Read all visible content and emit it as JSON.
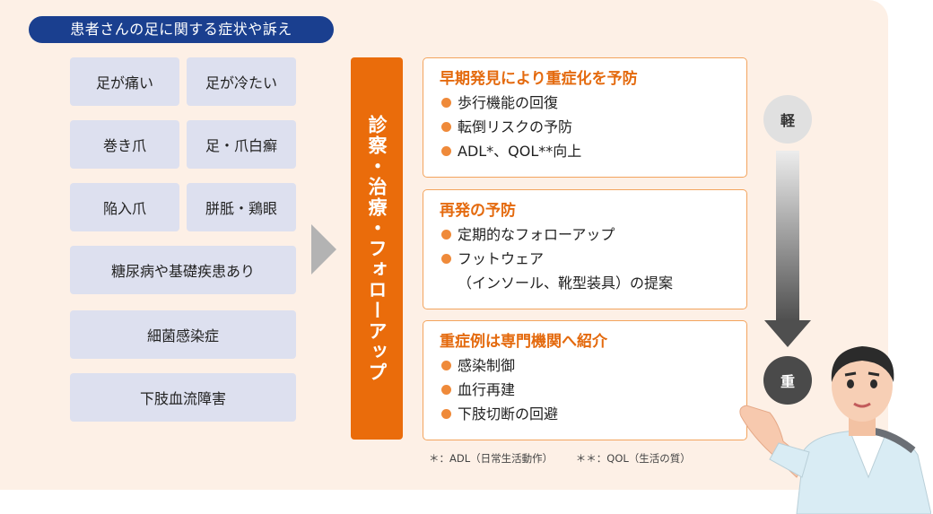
{
  "header": {
    "title": "患者さんの足に関する症状や訴え"
  },
  "symptoms": [
    "足が痛い",
    "足が冷たい",
    "巻き爪",
    "足・爪白癬",
    "陥入爪",
    "胼胝・鶏眼",
    "糖尿病や基礎疾患あり",
    "細菌感染症",
    "下肢血流障害"
  ],
  "process": {
    "label": "診察・治療・フォローアップ"
  },
  "results": [
    {
      "title": "早期発見により重症化を予防",
      "items": [
        "歩行機能の回復",
        "転倒リスクの予防",
        "ADL*、QOL**向上"
      ]
    },
    {
      "title": "再発の予防",
      "items": [
        "定期的なフォローアップ",
        "フットウェア",
        "（インソール、靴型装具）の提案"
      ]
    },
    {
      "title": "重症例は専門機関へ紹介",
      "items": [
        "感染制御",
        "血行再建",
        "下肢切断の回避"
      ]
    }
  ],
  "severity": {
    "light": "軽",
    "heavy": "重"
  },
  "footnotes": [
    "＊：ADL（日常生活動作）",
    "＊＊：QOL（生活の質）"
  ],
  "colors": {
    "navy": "#1a3f8f",
    "orange": "#ea6c0b",
    "panel": "#fdf0e6",
    "symptom": "#dde0ef"
  }
}
